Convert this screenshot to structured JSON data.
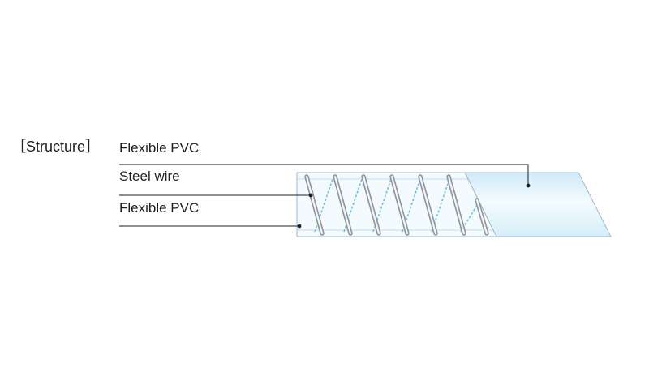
{
  "heading": "［Structure］",
  "layers": {
    "outer": "Flexible PVC",
    "reinforcement": "Steel wire",
    "inner": "Flexible PVC"
  },
  "colors": {
    "text": "#231f20",
    "leader_line": "#231f20",
    "tube_outline": "#9fb8cc",
    "tube_fill": "#e3f4fc",
    "wire": "#8f979c",
    "wire_highlight": "#f4f6f7",
    "hidden_wire": "#74c0e3"
  }
}
